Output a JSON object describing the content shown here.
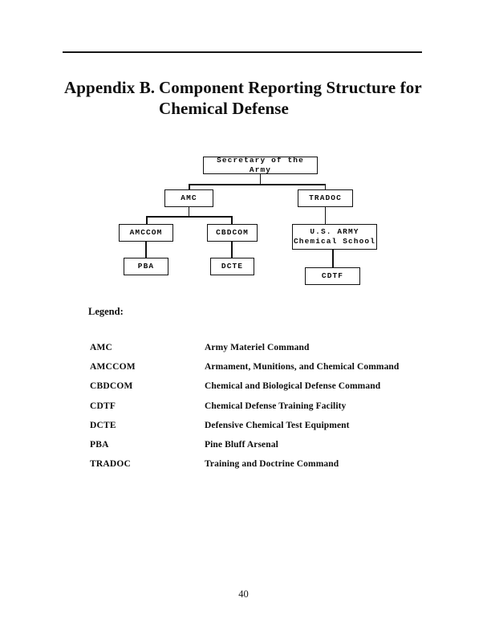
{
  "document": {
    "heading_prefix": "Appendix B.",
    "heading_title": "Component Reporting Structure for Chemical Defense",
    "page_number": "40"
  },
  "org_chart": {
    "nodes": {
      "secretary": "Secretary of the Army",
      "amc": "AMC",
      "tradoc": "TRADOC",
      "amccom": "AMCCOM",
      "cbdcom": "CBDCOM",
      "chemical_school": "U.S. ARMY\nChemical School",
      "pba": "PBA",
      "dcte": "DCTE",
      "cdtf": "CDTF"
    }
  },
  "legend": {
    "title": "Legend:",
    "entries": [
      {
        "abbr": "AMC",
        "description": "Army Materiel Command"
      },
      {
        "abbr": "AMCCOM",
        "description": "Armament, Munitions, and Chemical  Command"
      },
      {
        "abbr": "CBDCOM",
        "description": "Chemical and Biological Defense Command"
      },
      {
        "abbr": "CDTF",
        "description": "Chemical Defense Training Facility"
      },
      {
        "abbr": "DCTE",
        "description": "Defensive Chemical Test Equipment"
      },
      {
        "abbr": "PBA",
        "description": "Pine Bluff Arsenal"
      },
      {
        "abbr": "TRADOC",
        "description": "Training and Doctrine Command"
      }
    ]
  }
}
